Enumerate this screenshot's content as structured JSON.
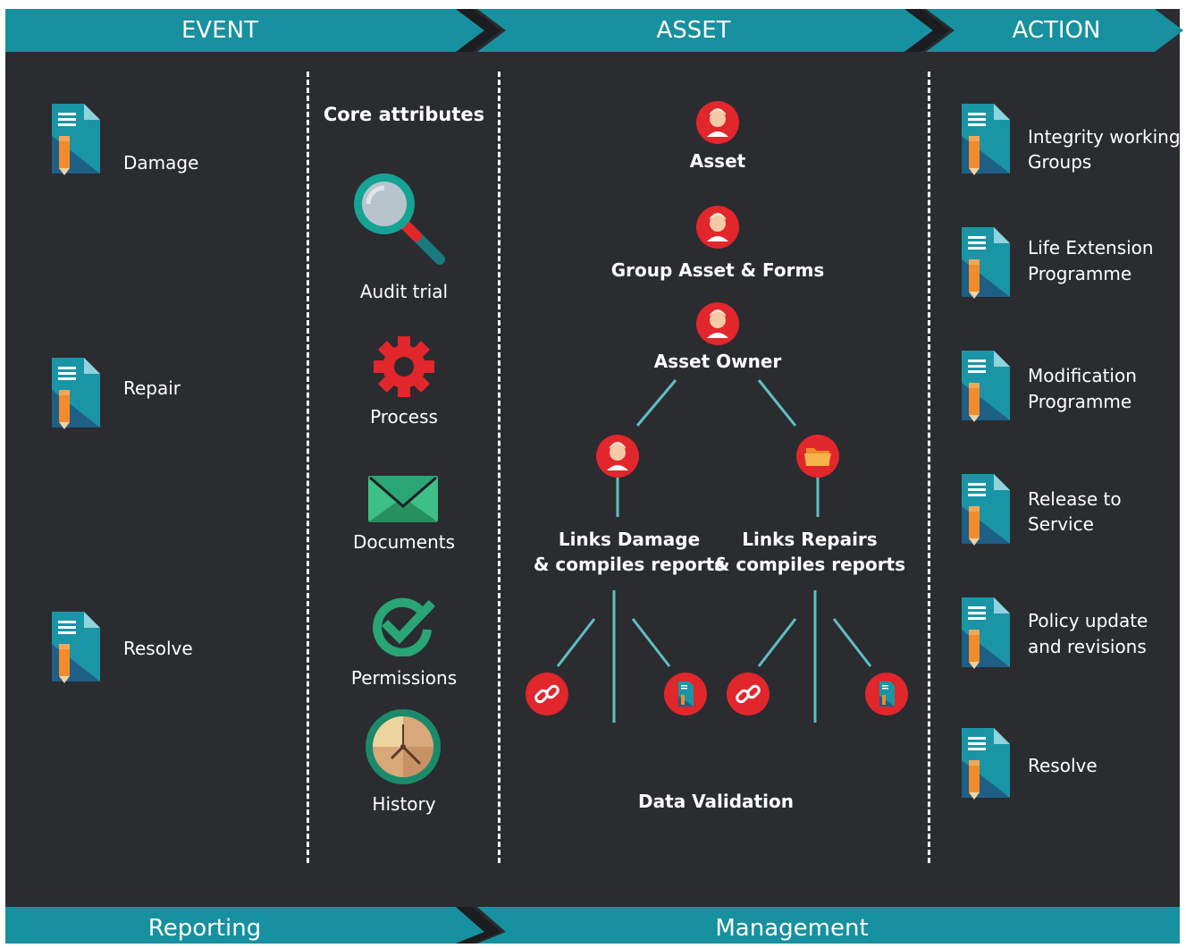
{
  "header": {
    "event": "EVENT",
    "asset": "ASSET",
    "action": "ACTION"
  },
  "footer": {
    "reporting": "Reporting",
    "management": "Management"
  },
  "events": [
    "Damage",
    "Repair",
    "Resolve"
  ],
  "core": {
    "title": "Core attributes",
    "items": [
      "Audit trial",
      "Process",
      "Documents",
      "Permissions",
      "History"
    ]
  },
  "asset_tree": {
    "asset": "Asset",
    "group": "Group Asset & Forms",
    "owner": "Asset Owner",
    "links_damage_1": "Links Damage",
    "links_damage_2": "& compiles reports",
    "links_repairs_1": "Links Repairs",
    "links_repairs_2": "& compiles reports",
    "validation": "Data Validation"
  },
  "actions": [
    {
      "line1": "Integrity working",
      "line2": "Groups"
    },
    {
      "line1": "Life Extension",
      "line2": "Programme"
    },
    {
      "line1": "Modification",
      "line2": "Programme"
    },
    {
      "line1": "Release to",
      "line2": "Service"
    },
    {
      "line1": "Policy update",
      "line2": "and revisions"
    },
    {
      "line1": "Resolve",
      "line2": ""
    }
  ],
  "colors": {
    "background": "#2a2c30",
    "banner_teal": "#17909f",
    "arrow_dark": "#1b1d21",
    "icon_red": "#e1262c"
  }
}
